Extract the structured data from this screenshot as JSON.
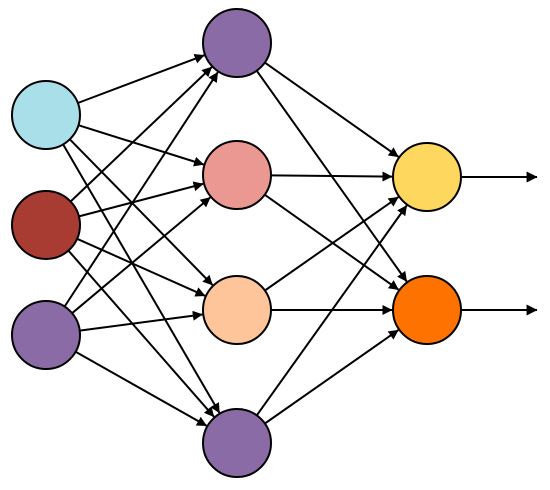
{
  "diagram": {
    "type": "neural-network",
    "layers": [
      {
        "name": "input",
        "nodes": [
          {
            "id": "i1",
            "color": "#a8dfe9"
          },
          {
            "id": "i2",
            "color": "#a83b32"
          },
          {
            "id": "i3",
            "color": "#8b6ba5"
          }
        ]
      },
      {
        "name": "hidden",
        "nodes": [
          {
            "id": "h1",
            "color": "#8b6ba5"
          },
          {
            "id": "h2",
            "color": "#eb9893"
          },
          {
            "id": "h3",
            "color": "#fec59b"
          },
          {
            "id": "h4",
            "color": "#8b6ba5"
          }
        ]
      },
      {
        "name": "output",
        "nodes": [
          {
            "id": "o1",
            "color": "#fed75f"
          },
          {
            "id": "o2",
            "color": "#fe7300"
          }
        ]
      }
    ],
    "connectivity": "fully-connected",
    "output_arrows": true,
    "edge_color": "#000000",
    "node_stroke": "#000000"
  }
}
